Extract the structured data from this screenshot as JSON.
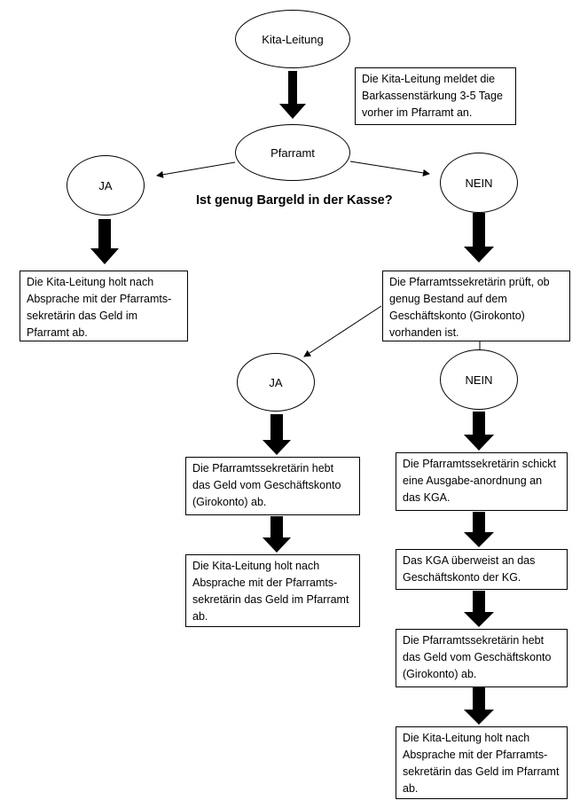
{
  "nodes": {
    "kita_leitung": "Kita-Leitung",
    "pfarramt": "Pfarramt",
    "ja1": "JA",
    "nein1": "NEIN",
    "ja2": "JA",
    "nein2": "NEIN"
  },
  "question": "Ist genug Bargeld in der Kasse?",
  "boxes": {
    "note": "Die Kita-Leitung meldet die Barkassenstärkung 3-5 Tage vorher im Pfarramt an.",
    "ja1_result": "Die Kita-Leitung holt nach Absprache mit der Pfarramts-sekretärin das Geld im Pfarramt ab.",
    "check_account": "Die Pfarramtssekretärin prüft, ob genug Bestand auf dem Geschäftskonto (Girokonto) vorhanden ist.",
    "ja2_withdraw": "Die Pfarramtssekretärin hebt das Geld vom Geschäftskonto (Girokonto) ab.",
    "ja2_pickup": "Die Kita-Leitung holt nach Absprache mit der Pfarramts-sekretärin das Geld im Pfarramt ab.",
    "nein2_order": "Die Pfarramtssekretärin schickt eine Ausgabe-anordnung an das KGA.",
    "nein2_transfer": "Das KGA überweist an das Geschäftskonto der KG.",
    "nein2_withdraw": "Die Pfarramtssekretärin hebt das Geld vom Geschäftskonto (Girokonto) ab.",
    "nein2_pickup": "Die Kita-Leitung holt nach Absprache mit der Pfarramts-sekretärin das Geld im Pfarramt ab."
  }
}
